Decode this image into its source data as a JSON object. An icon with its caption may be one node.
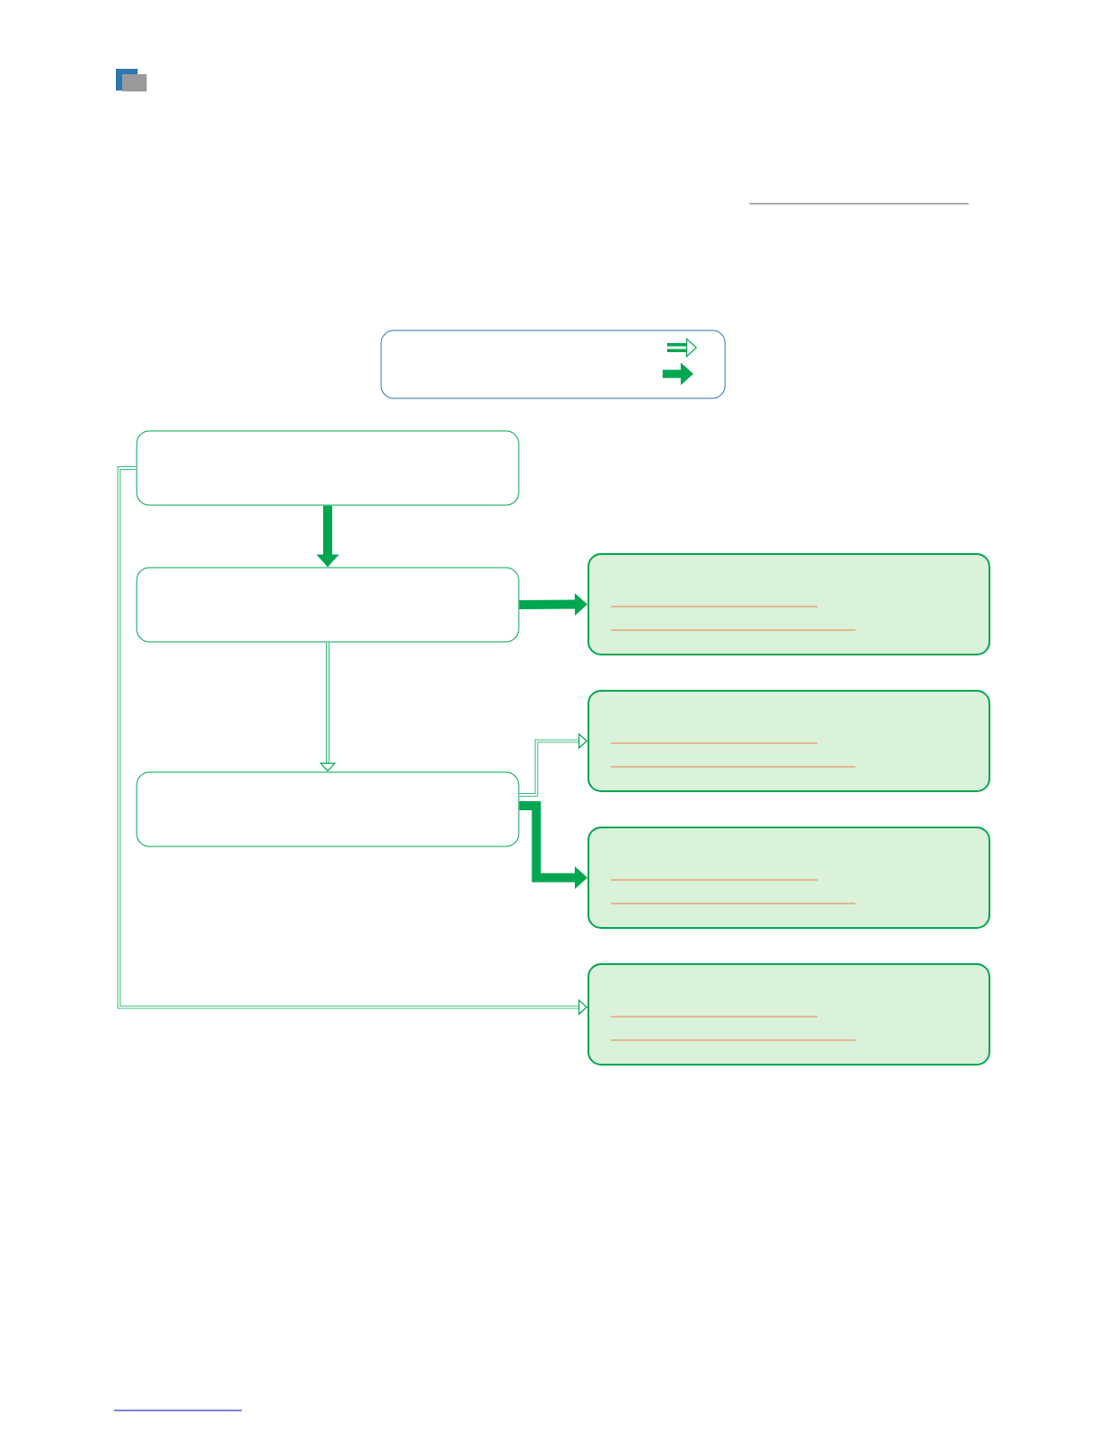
{
  "diagram": {
    "nodes": [
      {
        "text": [],
        "shape": "box"
      },
      {
        "text": [],
        "shape": "box"
      },
      {
        "text": [],
        "shape": "box"
      },
      {
        "text": [],
        "shape": "box"
      },
      {
        "text": [],
        "shape": "box"
      },
      {
        "text": [],
        "shape": "box"
      },
      {
        "text": [],
        "shape": "box"
      },
      {
        "text": [],
        "shape": "box"
      }
    ],
    "edges": [
      {
        "from": 1,
        "to": 2,
        "arrow": "to",
        "style": "thick"
      },
      {
        "from": 2,
        "to": 3,
        "arrow": "to"
      },
      {
        "from": 2,
        "to": 4,
        "arrow": "to",
        "style": "thick"
      },
      {
        "from": 3,
        "to": 5,
        "arrow": "to"
      },
      {
        "from": 3,
        "to": 6,
        "arrow": "to",
        "style": "thick"
      },
      {
        "from": 1,
        "to": 7,
        "arrow": "to"
      }
    ]
  }
}
